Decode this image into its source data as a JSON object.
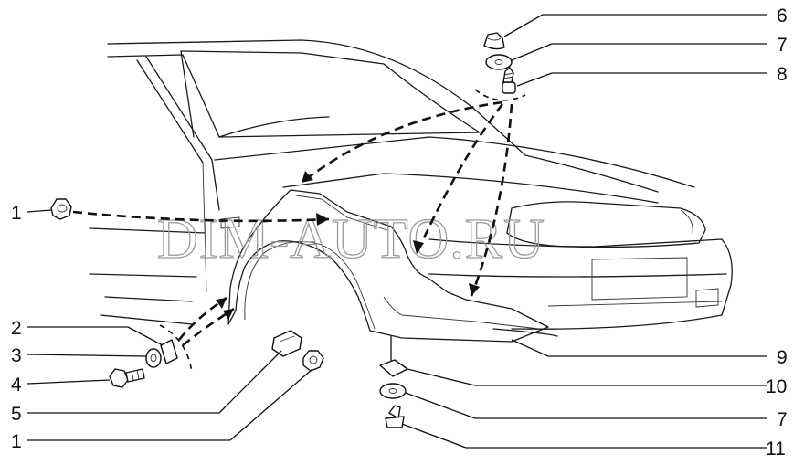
{
  "watermark": "DIM-AUTO.RU",
  "callouts": {
    "left": [
      "1",
      "2",
      "3",
      "4",
      "5",
      "1"
    ],
    "right": [
      "6",
      "7",
      "8",
      "9",
      "10",
      "7",
      "11"
    ]
  }
}
